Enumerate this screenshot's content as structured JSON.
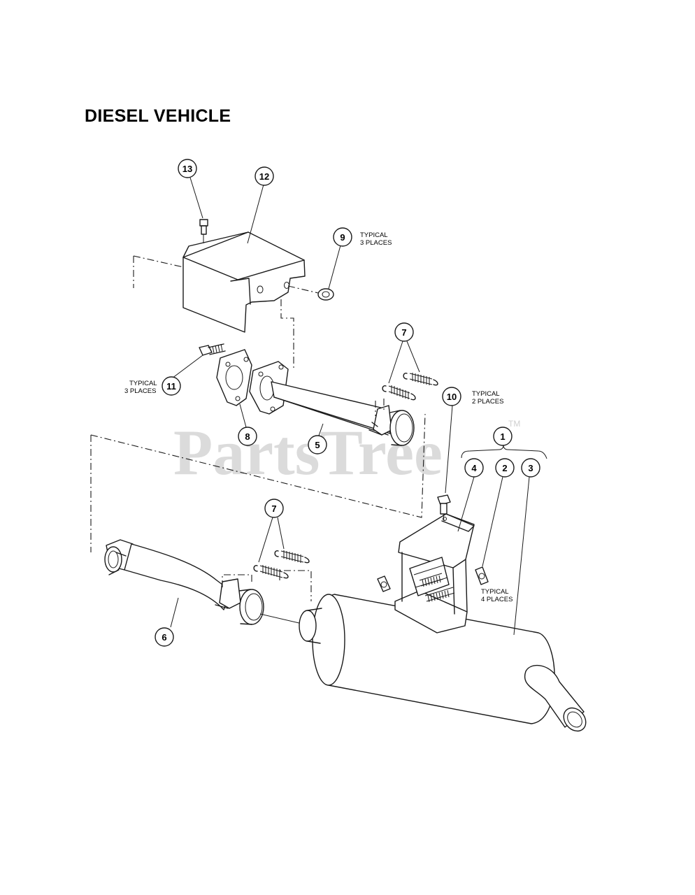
{
  "title": "DIESEL VEHICLE",
  "watermark": {
    "text": "PartsTree",
    "mark": "TM"
  },
  "callouts": [
    {
      "id": "c1",
      "label": "1"
    },
    {
      "id": "c2",
      "label": "2"
    },
    {
      "id": "c3",
      "label": "3"
    },
    {
      "id": "c4",
      "label": "4"
    },
    {
      "id": "c5",
      "label": "5"
    },
    {
      "id": "c6",
      "label": "6"
    },
    {
      "id": "c7a",
      "label": "7"
    },
    {
      "id": "c7b",
      "label": "7"
    },
    {
      "id": "c8",
      "label": "8"
    },
    {
      "id": "c9",
      "label": "9"
    },
    {
      "id": "c10",
      "label": "10"
    },
    {
      "id": "c11",
      "label": "11"
    },
    {
      "id": "c12",
      "label": "12"
    },
    {
      "id": "c13",
      "label": "13"
    }
  ],
  "notes": {
    "n9": [
      "TYPICAL",
      "3 PLACES"
    ],
    "n11": [
      "TYPICAL",
      "3 PLACES"
    ],
    "n10": [
      "TYPICAL",
      "2 PLACES"
    ],
    "n2": [
      "TYPICAL",
      "4 PLACES"
    ]
  }
}
